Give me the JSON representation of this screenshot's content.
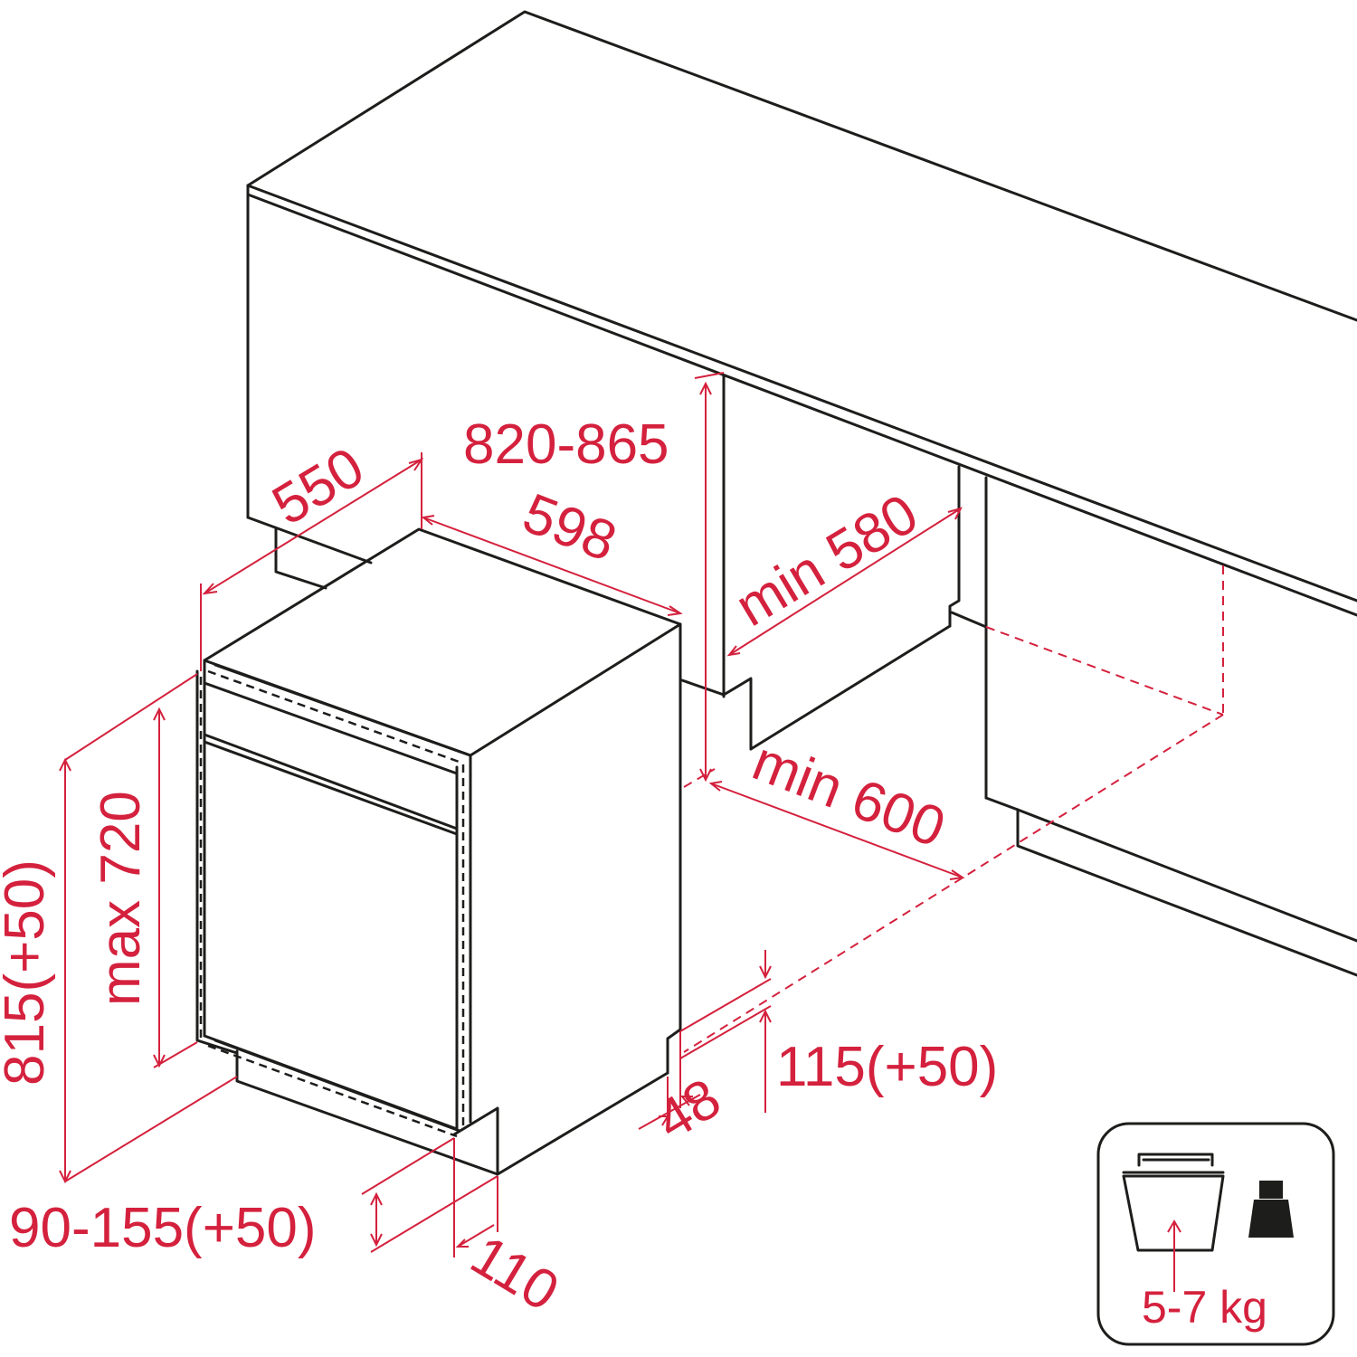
{
  "dimensions": {
    "cabinet_depth": "550",
    "appliance_width": "598",
    "cabinet_height": "820-865",
    "niche_depth": "min 580",
    "niche_width": "min 600",
    "appliance_height": "815(+50)",
    "panel_height": "max 720",
    "plinth_height": "90-155(+50)",
    "plinth_depth": "110",
    "side_offset": "48",
    "side_plinth_height": "115(+50)"
  },
  "badge": {
    "load_label": "5-7 kg",
    "icons": [
      "dishwasher-basket-icon",
      "weight-icon"
    ]
  },
  "colors": {
    "dimension": "#d4213d",
    "outline": "#1d1d1b"
  }
}
